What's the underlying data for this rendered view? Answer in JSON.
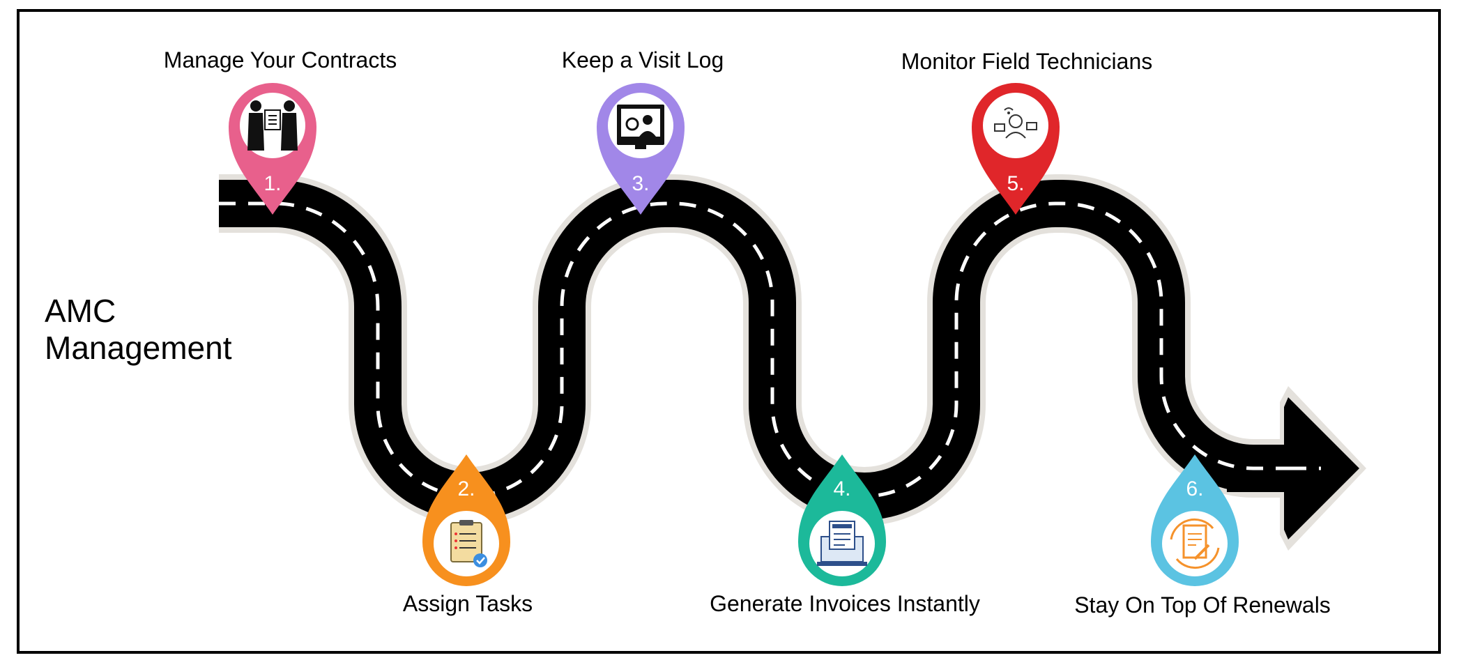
{
  "title": {
    "line1": "AMC",
    "line2": "Management"
  },
  "steps": [
    {
      "number": "1.",
      "label": "Manage Your Contracts",
      "color": "#E8608C",
      "icon": "handshake-contract-icon"
    },
    {
      "number": "2.",
      "label": "Assign Tasks",
      "color": "#F7901E",
      "icon": "task-checklist-icon"
    },
    {
      "number": "3.",
      "label": "Keep a Visit Log",
      "color": "#A187E8",
      "icon": "technician-computer-icon"
    },
    {
      "number": "4.",
      "label": "Generate Invoices Instantly",
      "color": "#1CB99A",
      "icon": "invoice-laptop-icon"
    },
    {
      "number": "5.",
      "label": "Monitor Field Technicians",
      "color": "#E0262A",
      "icon": "field-technician-monitor-icon"
    },
    {
      "number": "6.",
      "label": "Stay On Top Of Renewals",
      "color": "#5BC3E2",
      "icon": "renewal-document-icon"
    }
  ],
  "colors": {
    "road": "#000000",
    "road_edge": "#e4e1dc",
    "lane_marking": "#ffffff"
  }
}
